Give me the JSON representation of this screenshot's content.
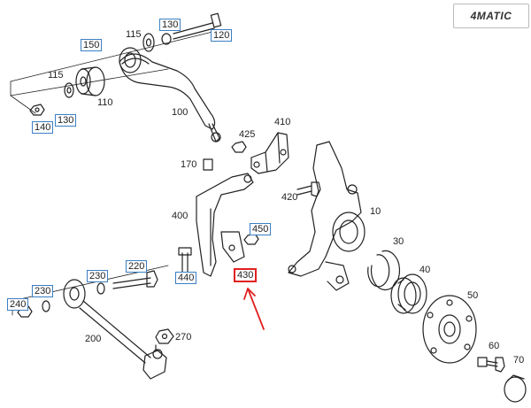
{
  "brand": "4MATIC",
  "parts": [
    {
      "id": "p130a",
      "text": "130",
      "boxed": true
    },
    {
      "id": "p150",
      "text": "150",
      "boxed": true
    },
    {
      "id": "p115a",
      "text": "115",
      "boxed": false
    },
    {
      "id": "p120",
      "text": "120",
      "boxed": true
    },
    {
      "id": "p115b",
      "text": "115",
      "boxed": false
    },
    {
      "id": "p110",
      "text": "110",
      "boxed": false
    },
    {
      "id": "p100",
      "text": "100",
      "boxed": false
    },
    {
      "id": "p140",
      "text": "140",
      "boxed": true
    },
    {
      "id": "p130b",
      "text": "130",
      "boxed": true
    },
    {
      "id": "p425",
      "text": "425",
      "boxed": false
    },
    {
      "id": "p410",
      "text": "410",
      "boxed": false
    },
    {
      "id": "p170",
      "text": "170",
      "boxed": false
    },
    {
      "id": "p420",
      "text": "420",
      "boxed": false
    },
    {
      "id": "p10",
      "text": "10",
      "boxed": false
    },
    {
      "id": "p400",
      "text": "400",
      "boxed": false
    },
    {
      "id": "p450",
      "text": "450",
      "boxed": true
    },
    {
      "id": "p30",
      "text": "30",
      "boxed": false
    },
    {
      "id": "p230a",
      "text": "230",
      "boxed": true
    },
    {
      "id": "p220",
      "text": "220",
      "boxed": true
    },
    {
      "id": "p440",
      "text": "440",
      "boxed": true
    },
    {
      "id": "p430",
      "text": "430",
      "boxed": false,
      "highlight": true
    },
    {
      "id": "p40",
      "text": "40",
      "boxed": false
    },
    {
      "id": "p230b",
      "text": "230",
      "boxed": true
    },
    {
      "id": "p240",
      "text": "240",
      "boxed": true
    },
    {
      "id": "p50",
      "text": "50",
      "boxed": false
    },
    {
      "id": "p200",
      "text": "200",
      "boxed": false
    },
    {
      "id": "p270",
      "text": "270",
      "boxed": false
    },
    {
      "id": "p60",
      "text": "60",
      "boxed": false
    },
    {
      "id": "p70",
      "text": "70",
      "boxed": false
    }
  ]
}
